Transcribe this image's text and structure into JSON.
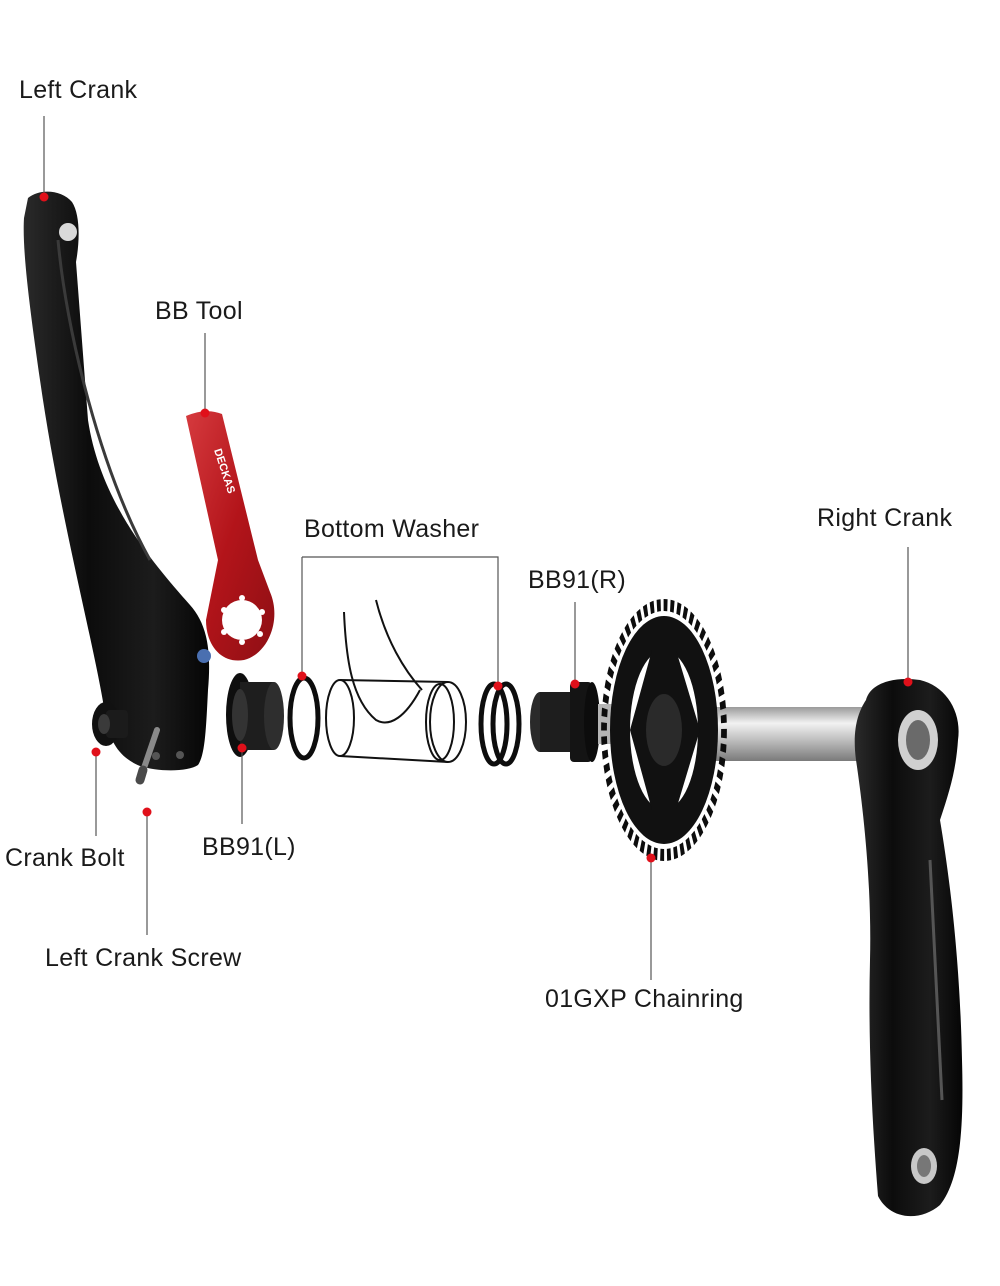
{
  "labels": {
    "left_crank": "Left Crank",
    "bb_tool": "BB Tool",
    "bottom_washer": "Bottom Washer",
    "bb91_r": "BB91(R)",
    "right_crank": "Right Crank",
    "crank_bolt": "Crank Bolt",
    "bb91_l": "BB91(L)",
    "left_crank_screw": "Left Crank Screw",
    "chainring": "01GXP Chainring"
  },
  "tool_brand": "DECKAS",
  "colors": {
    "crank": "#111111",
    "tool": "#c4161c",
    "marker": "#e0101a",
    "leader": "#555555",
    "axle": "#c9c9c9"
  }
}
